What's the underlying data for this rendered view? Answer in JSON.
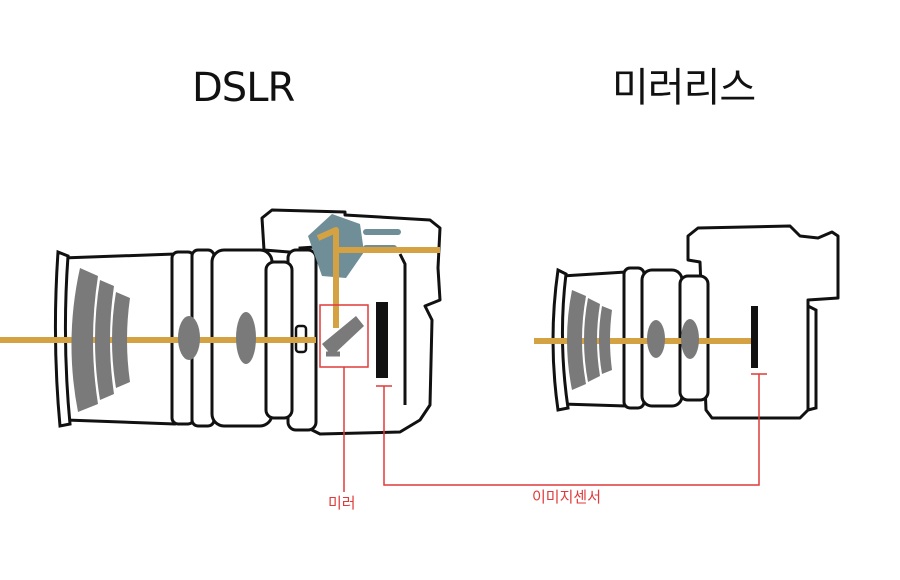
{
  "titles": {
    "dslr": "DSLR",
    "mirrorless": "미러리스"
  },
  "labels": {
    "mirror": "미러",
    "image_sensor": "이미지센서"
  },
  "colors": {
    "light_path": "#D4A243",
    "outline": "#111111",
    "element": "#7A7A7A",
    "prism": "#6F8E98",
    "annotation": "#E03A3A",
    "sensor": "#111111"
  }
}
